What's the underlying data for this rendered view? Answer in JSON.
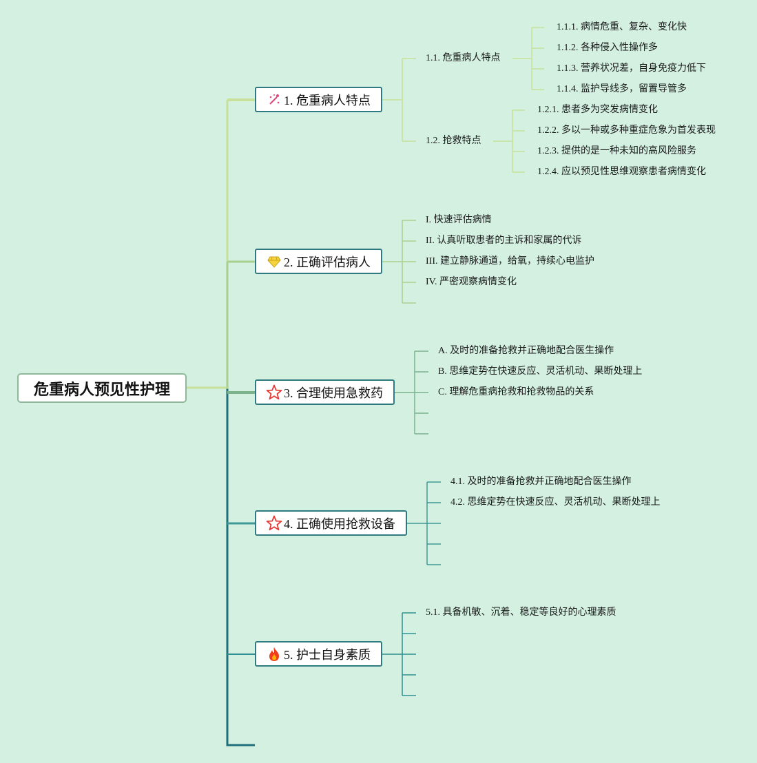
{
  "root": {
    "title": "危重病人预见性护理"
  },
  "branches": [
    {
      "label": "1. 危重病人特点",
      "icon": "sparkle-icon",
      "children": [
        {
          "label": "1.1. 危重病人特点",
          "children": [
            "1.1.1. 病情危重、复杂、变化快",
            "1.1.2. 各种侵入性操作多",
            "1.1.3. 营养状况差，自身免疫力低下",
            "1.1.4. 监护导线多，留置导管多"
          ]
        },
        {
          "label": "1.2. 抢救特点",
          "children": [
            "1.2.1. 患者多为突发病情变化",
            "1.2.2. 多以一种或多种重症危象为首发表现",
            "1.2.3. 提供的是一种未知的高风险服务",
            "1.2.4. 应以预见性思维观察患者病情变化"
          ]
        }
      ]
    },
    {
      "label": "2. 正确评估病人",
      "icon": "diamond-icon",
      "children": [
        "I. 快速评估病情",
        "II. 认真听取患者的主诉和家属的代诉",
        "III. 建立静脉通道，给氧，持续心电监护",
        "IV. 严密观察病情变化"
      ]
    },
    {
      "label": "3. 合理使用急救药",
      "icon": "star-icon",
      "children": [
        "A. 及时的准备抢救并正确地配合医生操作",
        "B. 思维定势在快速反应、灵活机动、果断处理上",
        "C. 理解危重病抢救和抢救物品的关系"
      ]
    },
    {
      "label": "4. 正确使用抢救设备",
      "icon": "star-icon",
      "children": [
        "4.1. 及时的准备抢救并正确地配合医生操作",
        "4.2. 思维定势在快速反应、灵活机动、果断处理上"
      ]
    },
    {
      "label": "5. 护士自身素质",
      "icon": "flame-icon",
      "children": [
        "5.1. 具备机敏、沉着、稳定等良好的心理素质"
      ]
    }
  ],
  "colors": {
    "background": "#d3f0e1",
    "branch1": "#c7e19b",
    "branch2": "#a9d18e",
    "branch3": "#7bb38d",
    "branch4": "#3f9a95",
    "branch5": "#2f8f93",
    "trunk": "#1f6f7c"
  }
}
